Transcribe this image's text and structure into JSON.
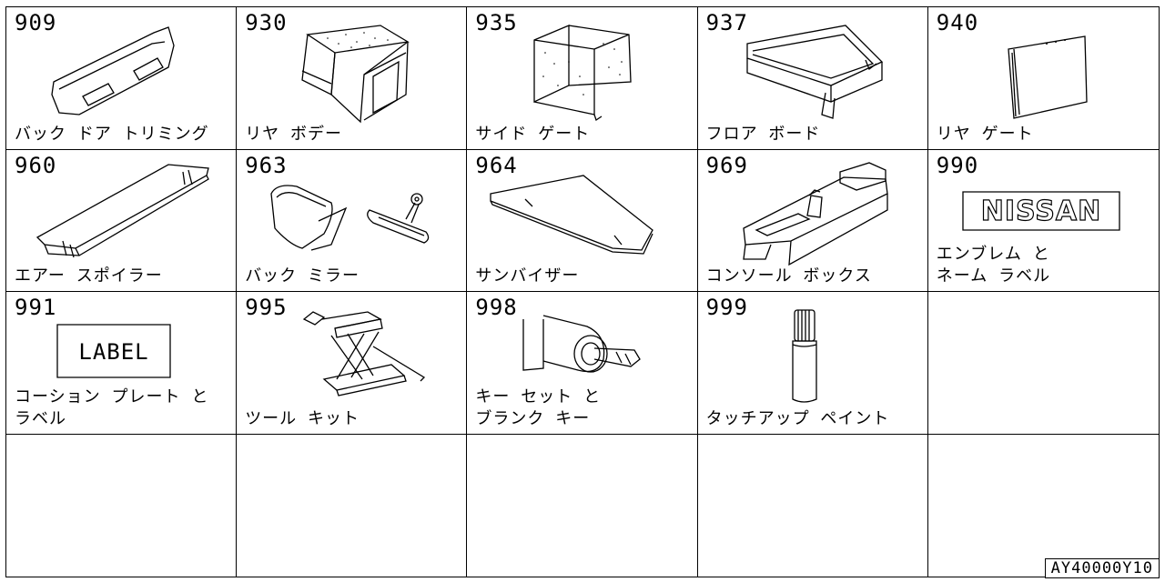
{
  "cells": [
    {
      "code": "909",
      "label": "バック ドア トリミング",
      "icon": "back-door-trim-icon"
    },
    {
      "code": "930",
      "label": "リヤ ボデー",
      "icon": "rear-body-icon"
    },
    {
      "code": "935",
      "label": "サイド ゲート",
      "icon": "side-gate-icon"
    },
    {
      "code": "937",
      "label": "フロア ボード",
      "icon": "floor-board-icon"
    },
    {
      "code": "940",
      "label": "リヤ ゲート",
      "icon": "rear-gate-icon"
    },
    {
      "code": "960",
      "label": "エアー スポイラー",
      "icon": "air-spoiler-icon"
    },
    {
      "code": "963",
      "label": "バック ミラー",
      "icon": "back-mirror-icon"
    },
    {
      "code": "964",
      "label": "サンバイザー",
      "icon": "sun-visor-icon"
    },
    {
      "code": "969",
      "label": "コンソール ボックス",
      "icon": "console-box-icon"
    },
    {
      "code": "990",
      "label": "エンブレム と\nネーム ラベル",
      "icon": "emblem-icon",
      "badge": "NISSAN"
    },
    {
      "code": "991",
      "label": "コーション プレート と\nラベル",
      "icon": "label-plate-icon",
      "badge": "LABEL"
    },
    {
      "code": "995",
      "label": "ツール キット",
      "icon": "jack-icon"
    },
    {
      "code": "998",
      "label": "キー セット と\nブランク キー",
      "icon": "key-cylinder-icon"
    },
    {
      "code": "999",
      "label": "タッチアップ ペイント",
      "icon": "touch-up-paint-icon"
    }
  ],
  "reference": "AY40000Y10"
}
